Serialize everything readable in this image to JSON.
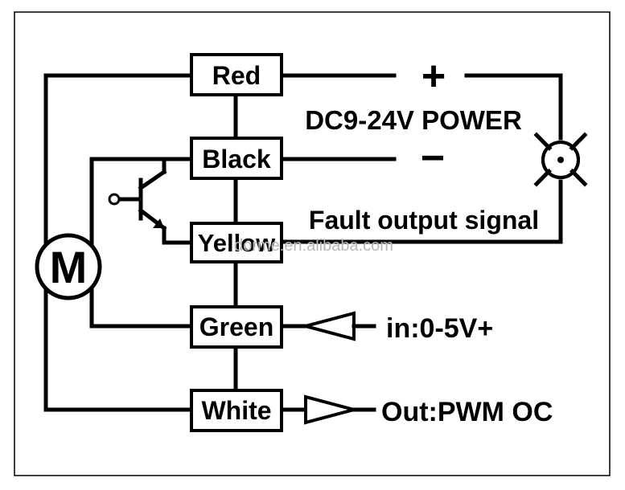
{
  "wires": [
    {
      "key": "red",
      "label": "Red"
    },
    {
      "key": "black",
      "label": "Black"
    },
    {
      "key": "yellow",
      "label": "Yellow"
    },
    {
      "key": "green",
      "label": "Green"
    },
    {
      "key": "white",
      "label": "White"
    }
  ],
  "power": {
    "plus": "+",
    "minus": "−",
    "label": "DC9-24V POWER"
  },
  "fault_label": "Fault output signal",
  "input_label": "in:0-5V+",
  "output_label": "Out:PWM OC",
  "motor_label": "M",
  "watermark": "dorme.en.alibaba.com",
  "colors": {
    "line": "#000000",
    "watermark": "#b8b8b8"
  }
}
